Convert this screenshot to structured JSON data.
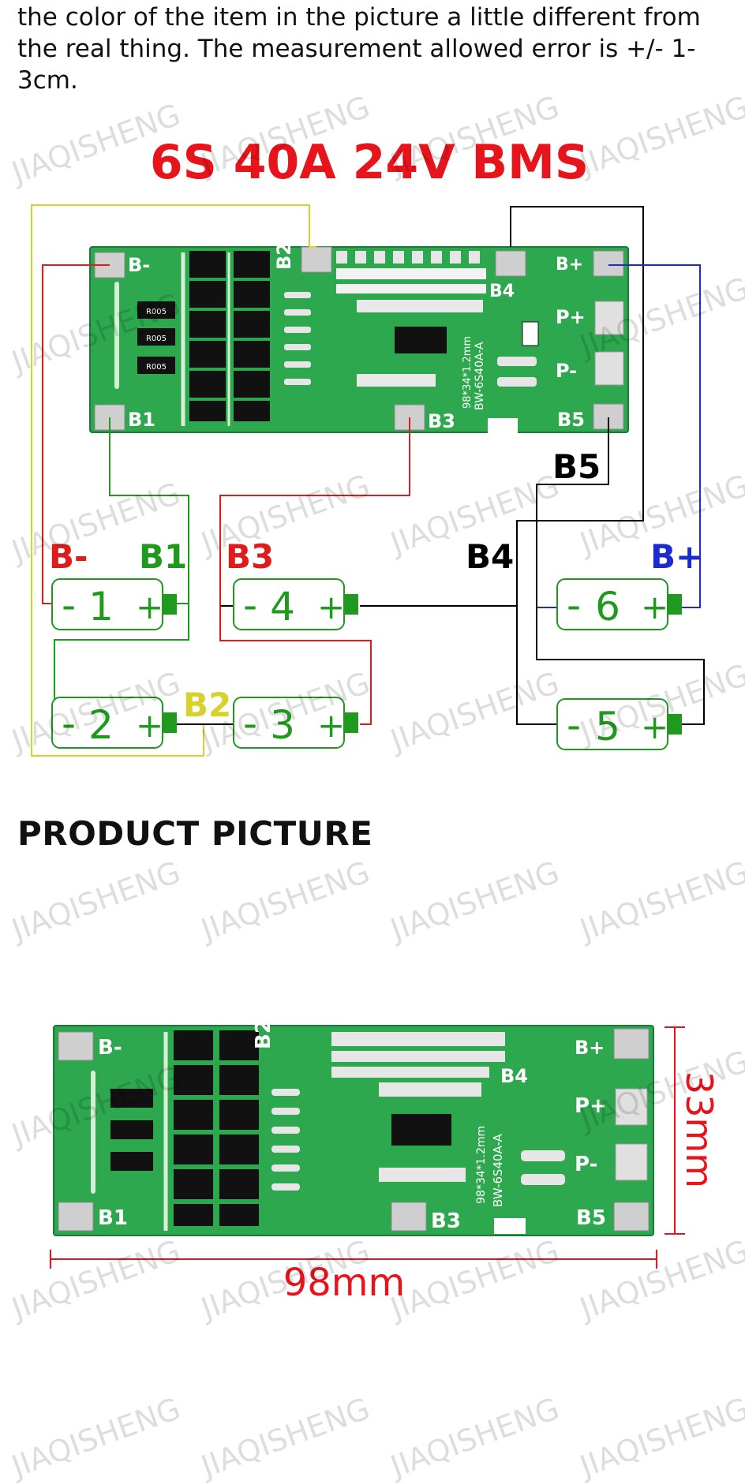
{
  "intro_text": "the color of the item in the picture a little different from the real thing. The measurement allowed error is +/- 1-3cm.",
  "diagram": {
    "title": "6S 40A 24V BMS",
    "board_labels": {
      "b_minus": "B-",
      "b1": "B1",
      "b2": "B2",
      "b3": "B3",
      "b4": "B4",
      "b5": "B5",
      "b_plus": "B+",
      "p_plus": "P+",
      "p_minus": "P-"
    },
    "board_marking": "BW-6S40A-A",
    "board_size": "98*34*1.2mm",
    "resistor_code": "R005",
    "wire_labels": {
      "b_minus": "B-",
      "b1": "B1",
      "b2": "B2",
      "b3": "B3",
      "b4": "B4",
      "b5": "B5",
      "b_plus": "B+"
    },
    "cells": [
      {
        "num": "1"
      },
      {
        "num": "2"
      },
      {
        "num": "3"
      },
      {
        "num": "4"
      },
      {
        "num": "5"
      },
      {
        "num": "6"
      }
    ],
    "cell_minus": "-",
    "cell_plus": "+"
  },
  "product": {
    "heading": "PRODUCT PICTURE",
    "width_label": "98mm",
    "height_label": "33mm"
  },
  "watermark": "JIAQISHENG",
  "colors": {
    "title_red": "#e8141b",
    "pcb_green": "#2ea84e",
    "cell_green": "#1f9a1f",
    "wire_red": "#e01b1b",
    "wire_yellow": "#d8d12c",
    "wire_blue": "#1a2bd0",
    "wire_black": "#000000",
    "dim_red": "#e8141b"
  }
}
